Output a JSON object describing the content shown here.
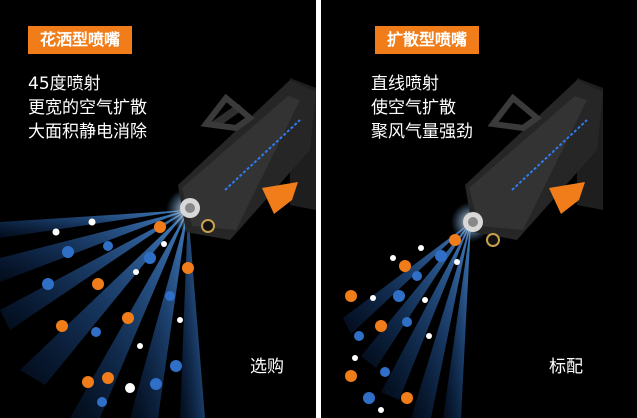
{
  "colors": {
    "accent": "#f07d1a",
    "background": "#000000",
    "text": "#ffffff",
    "spray": "#1f6fd6",
    "gun_body": "#2a2a2a",
    "gun_trigger": "#f07d1a"
  },
  "left_panel": {
    "tag": "花洒型喷嘴",
    "features": [
      "45度喷射",
      "更宽的空气扩散",
      "大面积静电消除"
    ],
    "caption": "选购",
    "pattern": "wide-fan"
  },
  "right_panel": {
    "tag": "扩散型喷嘴",
    "features": [
      "直线喷射",
      "使空气扩散",
      "聚风气量强劲"
    ],
    "caption": "标配",
    "pattern": "narrow-fan"
  }
}
